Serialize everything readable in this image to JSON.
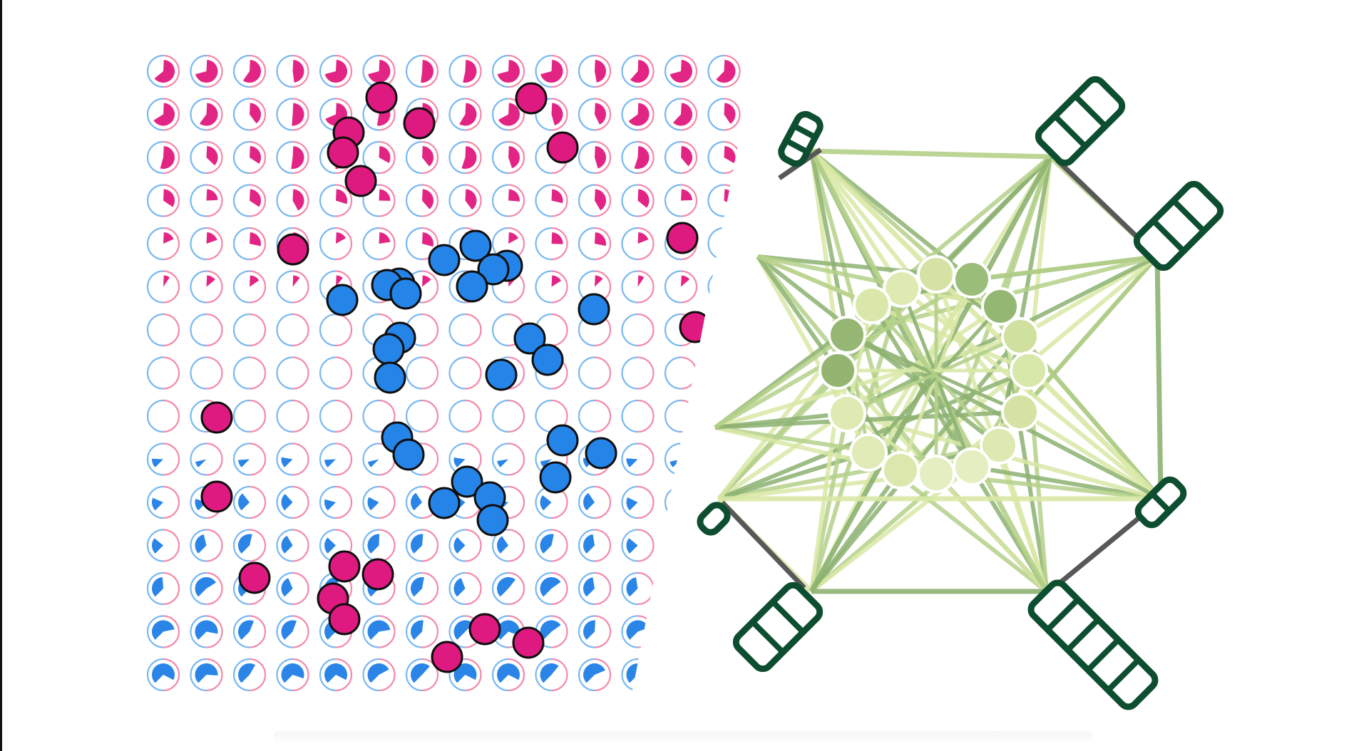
{
  "palette": {
    "grid_blue": "#5aa7ec",
    "grid_pink": "#f06e97",
    "wedge_blue": "#1f7ee6",
    "wedge_pink": "#e0197e",
    "dot_blue": "#2584e8",
    "dot_pink": "#de1a80",
    "dot_outline": "#0e0e0e",
    "net_light": "#d9e8a6",
    "net_mid": "#b5d18a",
    "net_dark": "#8db272",
    "port_green": "#0d4d30",
    "connector_gray": "#585858",
    "background": "#ffffff"
  },
  "panels": {
    "left": {
      "name": "dot-grid-panel",
      "grid_rows": 15,
      "grid_cols": 14
    },
    "right": {
      "name": "network-graph-panel",
      "ring_nodes": 16,
      "ports": 7
    }
  },
  "icons": [
    "clock-wedge-icon",
    "port-block-icon"
  ]
}
